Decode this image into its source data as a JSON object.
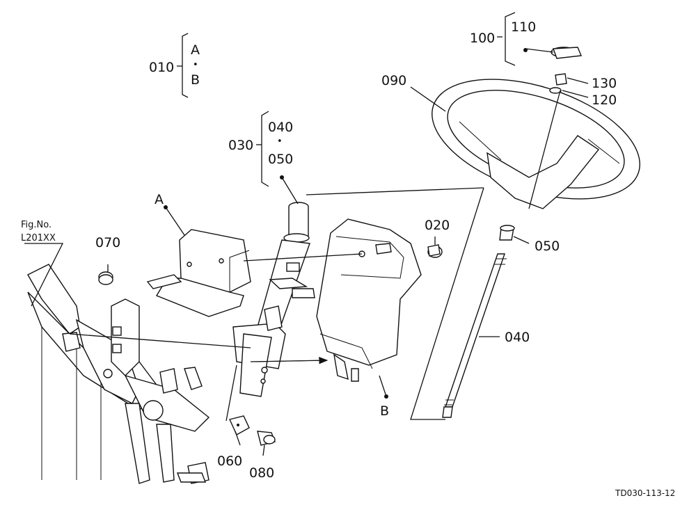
{
  "labels": {
    "p010": "010",
    "p020": "020",
    "p030": "030",
    "p040a": "040",
    "p050a": "050",
    "p040b": "040",
    "p050b": "050",
    "p060": "060",
    "p070": "070",
    "p080": "080",
    "p090": "090",
    "p100": "100",
    "p110": "110",
    "p120": "120",
    "p130": "130",
    "refA_top": "A",
    "refB_top": "B",
    "refA": "A",
    "refB": "B",
    "dot1": "•",
    "dot2": "•"
  },
  "figure": {
    "fig_no_label": "Fig.No.",
    "fig_no_value": "L201XX",
    "drawing_code": "TD030-113-12"
  },
  "icons": [
    "steering-wheel",
    "steering-column",
    "column-cover",
    "steering-shaft",
    "bracket-frame"
  ]
}
